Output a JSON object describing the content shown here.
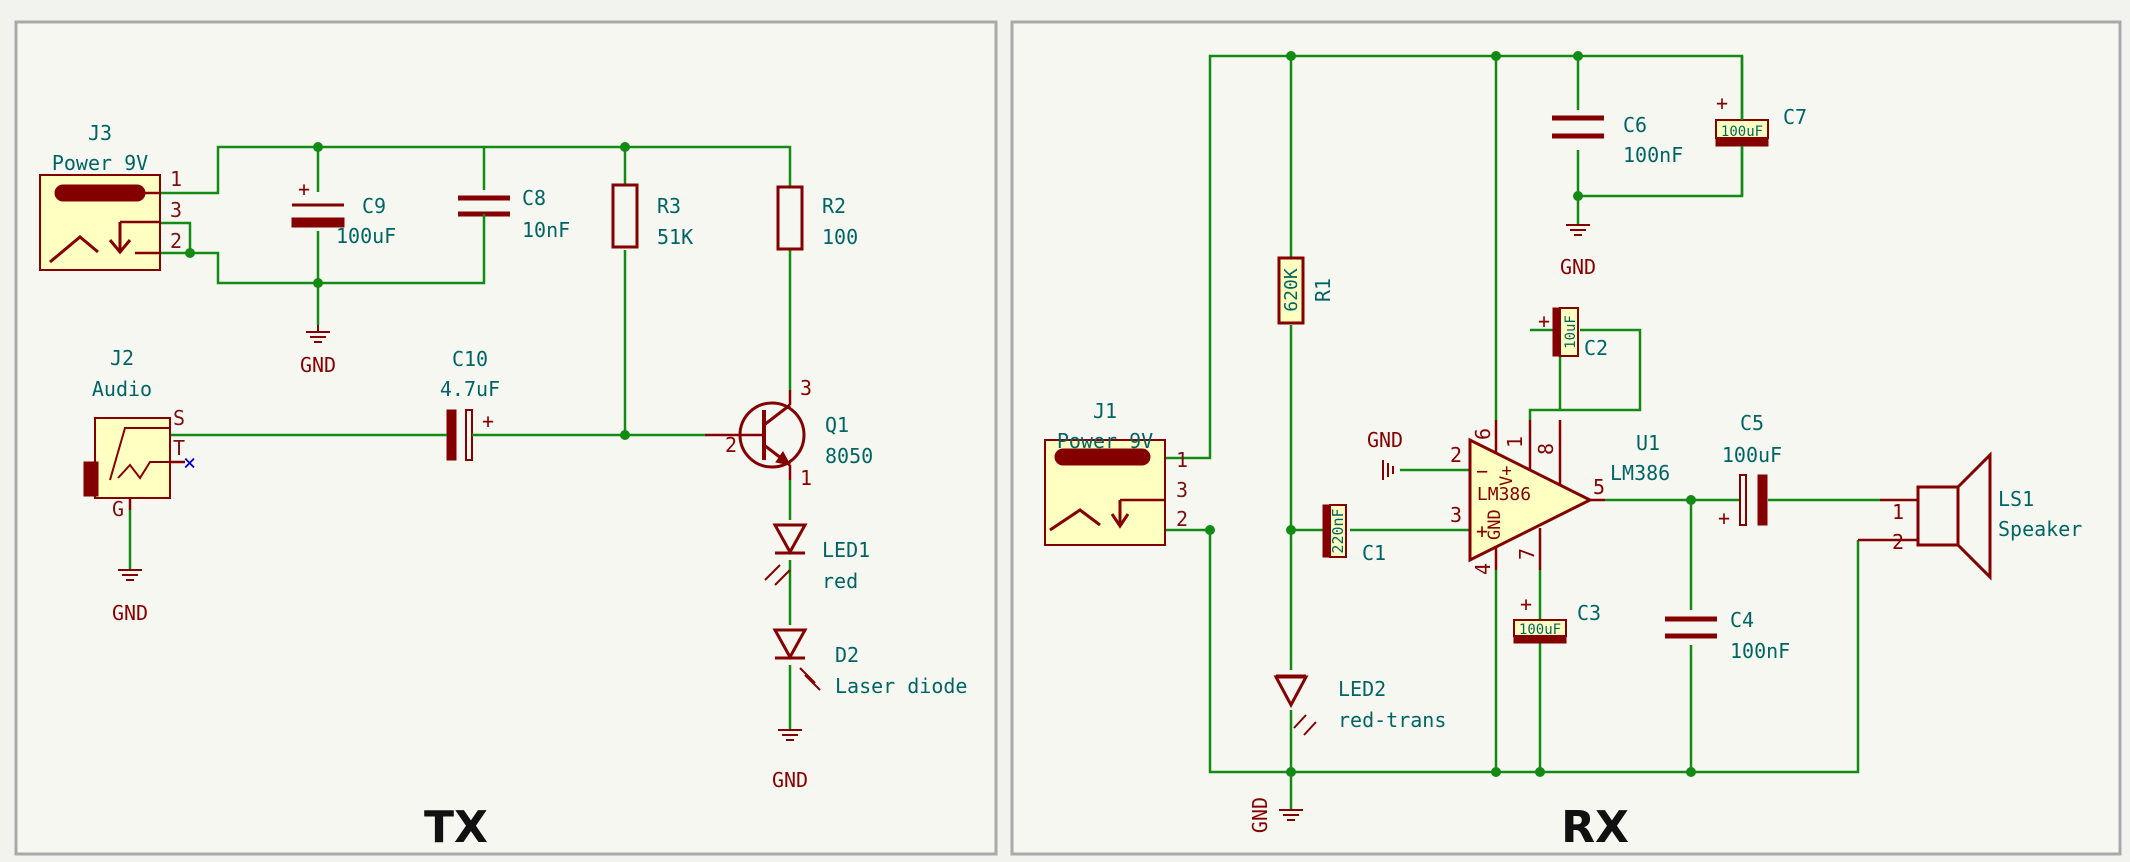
{
  "panels": {
    "tx_title": "TX",
    "rx_title": "RX"
  },
  "tx": {
    "j3": {
      "ref": "J3",
      "value": "Power 9V",
      "pins": [
        "1",
        "3",
        "2"
      ]
    },
    "c9": {
      "ref": "C9",
      "value": "100uF",
      "polarity": "+"
    },
    "c8": {
      "ref": "C8",
      "value": "10nF"
    },
    "r3": {
      "ref": "R3",
      "value": "51K"
    },
    "r2": {
      "ref": "R2",
      "value": "100"
    },
    "gnd1": "GND",
    "j2": {
      "ref": "J2",
      "value": "Audio",
      "pins": [
        "S",
        "T",
        "G"
      ],
      "no_connect": "×"
    },
    "gnd2": "GND",
    "c10": {
      "ref": "C10",
      "value": "4.7uF",
      "polarity": "+"
    },
    "q1": {
      "ref": "Q1",
      "value": "8050",
      "pins": [
        "3",
        "2",
        "1"
      ]
    },
    "led1": {
      "ref": "LED1",
      "value": "red"
    },
    "d2": {
      "ref": "D2",
      "value": "Laser diode"
    },
    "gnd3": "GND"
  },
  "rx": {
    "c6": {
      "ref": "C6",
      "value": "100nF"
    },
    "c7": {
      "ref": "C7",
      "value": "100uF",
      "polarity": "+"
    },
    "gnd_top": "GND",
    "r1": {
      "ref": "R1",
      "value": "620K"
    },
    "c2": {
      "ref": "C2",
      "value": "10uF",
      "polarity": "+"
    },
    "j1": {
      "ref": "J1",
      "value": "Power 9V",
      "pins": [
        "1",
        "3",
        "2"
      ]
    },
    "gnd_label": "GND",
    "u1": {
      "ref": "U1",
      "value": "LM386",
      "body_label": "LM386",
      "rail_label": "V+",
      "gnd_pin_label": "GND",
      "minus": "−",
      "plus": "+",
      "pins": [
        "2",
        "3",
        "6",
        "1",
        "8",
        "5",
        "4",
        "7"
      ]
    },
    "c5": {
      "ref": "C5",
      "value": "100uF",
      "polarity": "+"
    },
    "c1": {
      "ref": "C1",
      "value": "220nF"
    },
    "c3": {
      "ref": "C3",
      "value": "100uF",
      "polarity": "+"
    },
    "c4": {
      "ref": "C4",
      "value": "100nF"
    },
    "ls1": {
      "ref": "LS1",
      "value": "Speaker",
      "pins": [
        "1",
        "2"
      ]
    },
    "led2": {
      "ref": "LED2",
      "value": "red-trans"
    },
    "gnd_bottom": "GND"
  },
  "colors": {
    "wire": "#138a13",
    "symbol": "#840000",
    "reference": "#006464",
    "body_fill": "#ffffc2",
    "background": "#f2f2ee"
  }
}
